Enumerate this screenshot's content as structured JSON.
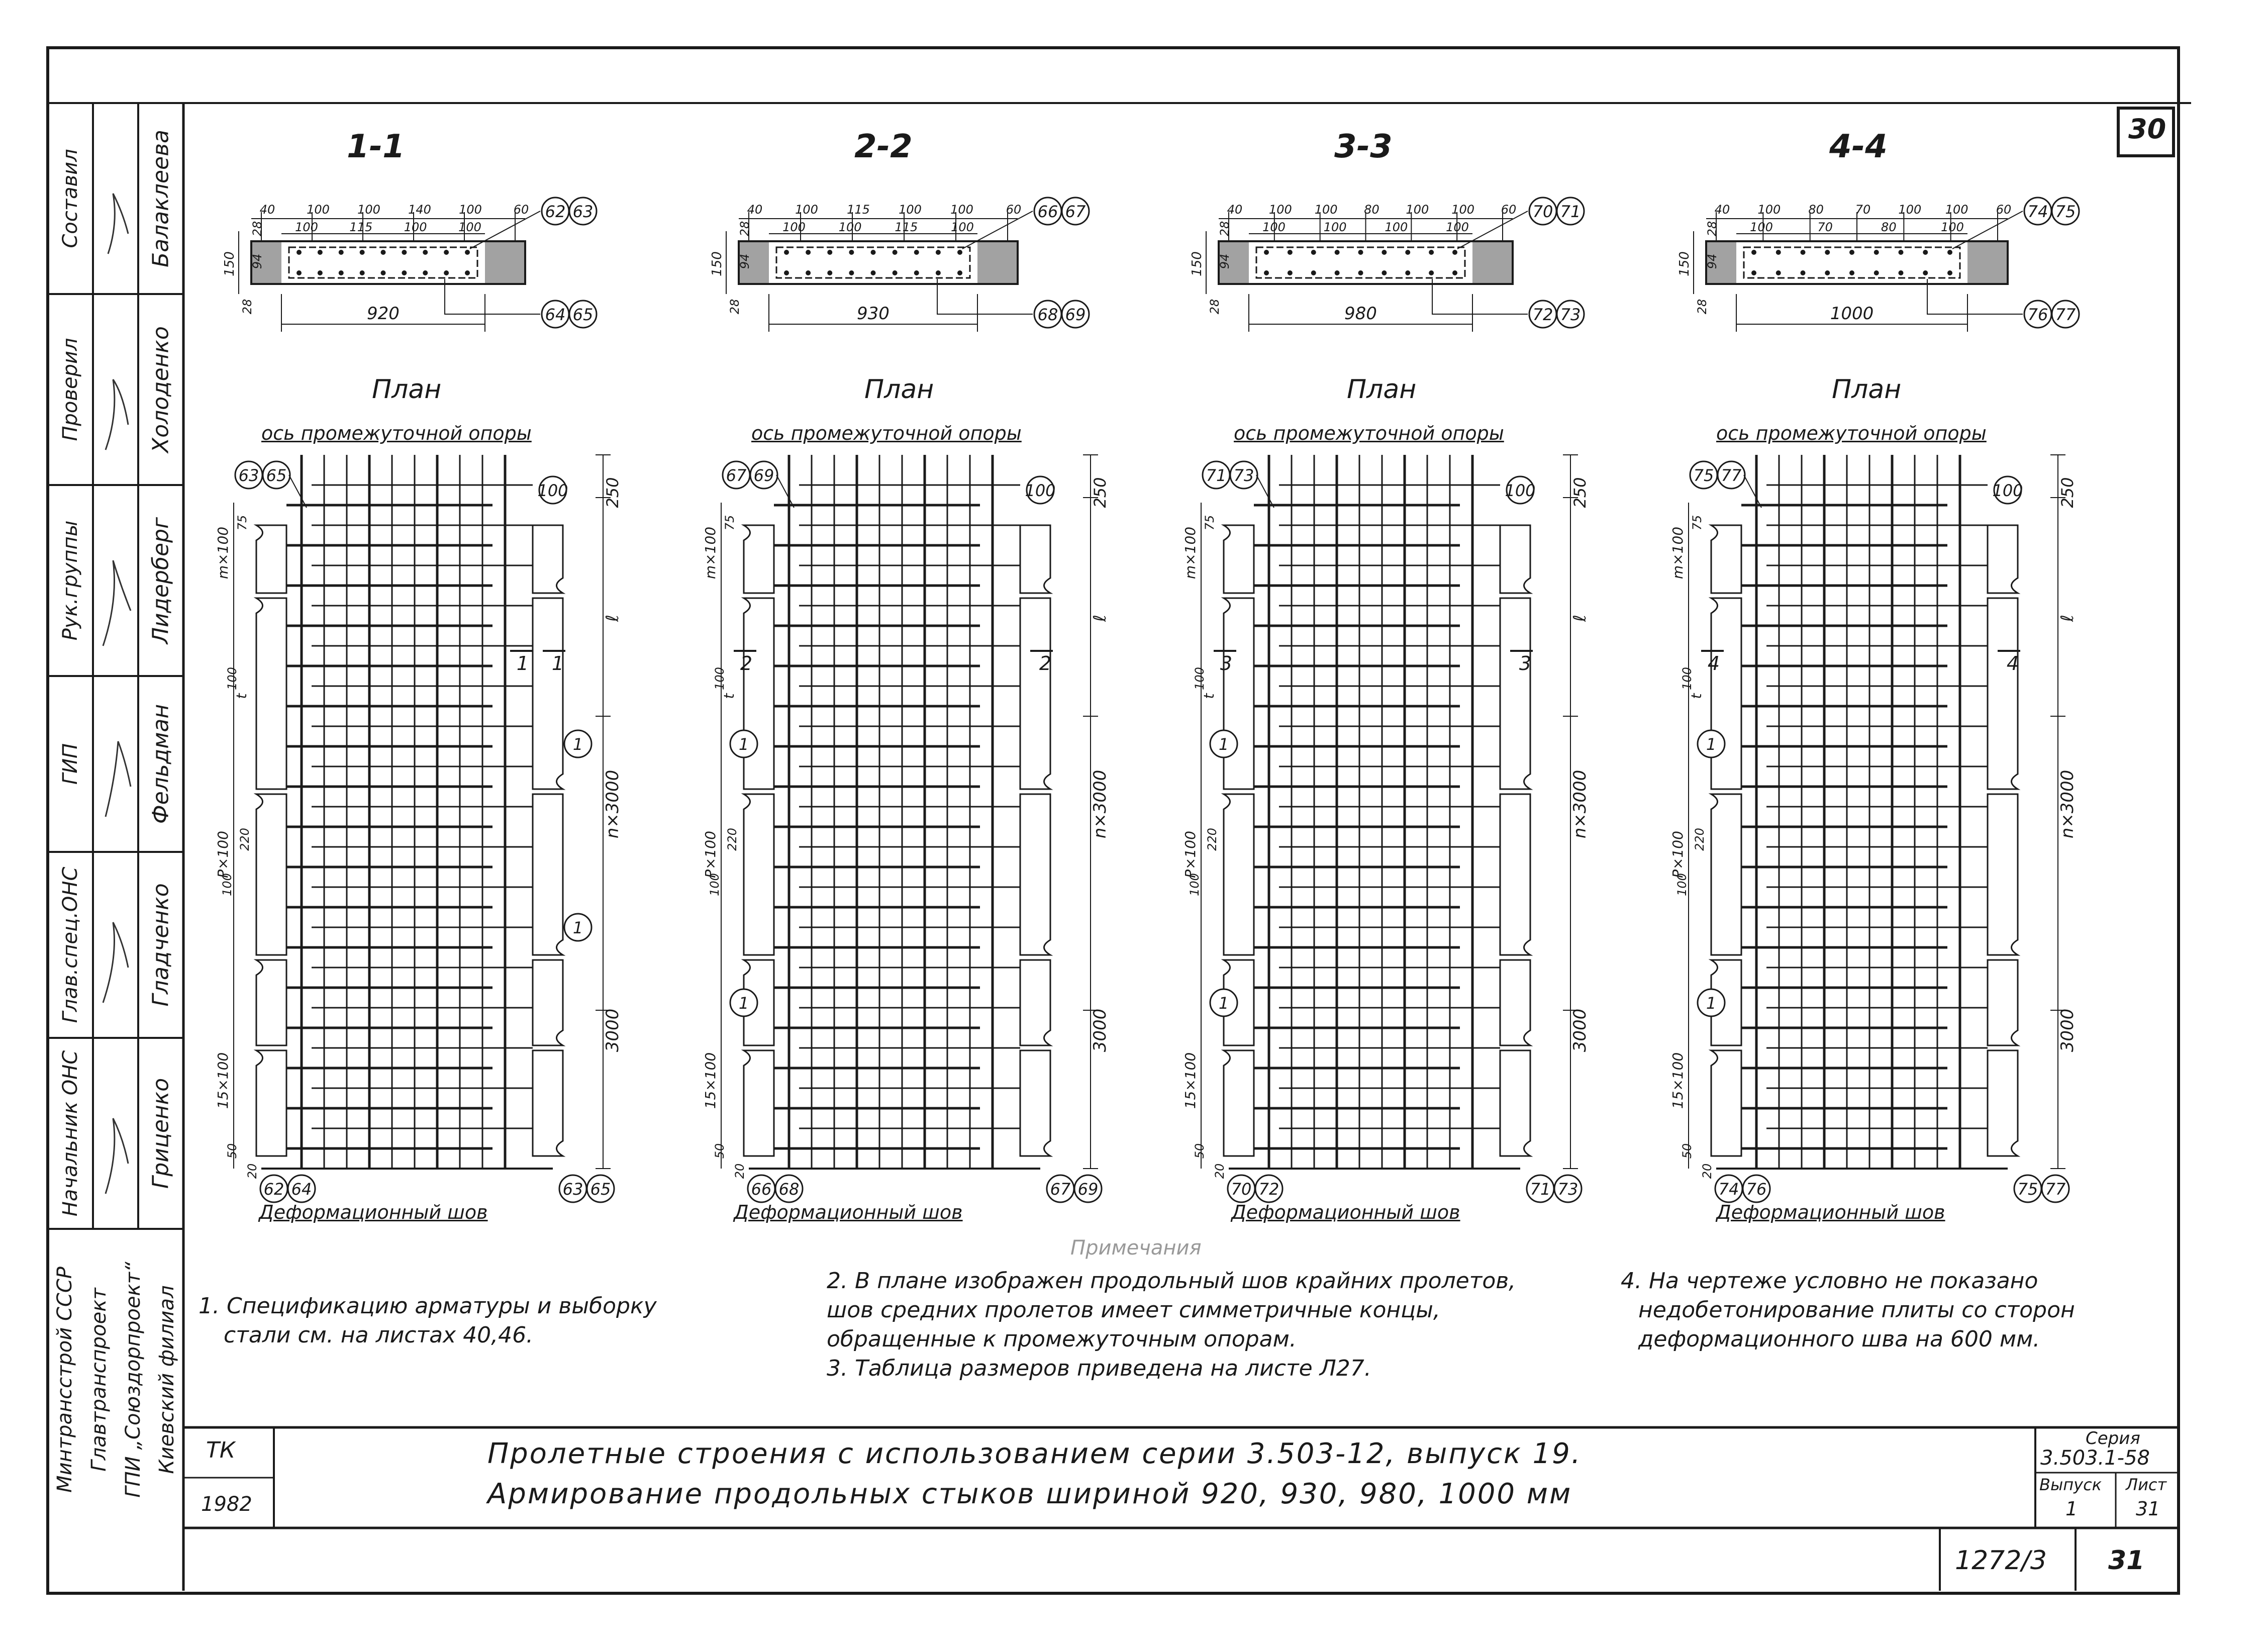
{
  "sheet_number": "30",
  "sections": [
    {
      "title": "1-1",
      "width": "920",
      "dims": [
        "40",
        "100",
        "100",
        "140",
        "100",
        "60"
      ],
      "inner": [
        "100",
        "115",
        "100",
        "100"
      ],
      "markers_top": [
        "62",
        "63"
      ],
      "markers_bottom": [
        "64",
        "65"
      ]
    },
    {
      "title": "2-2",
      "width": "930",
      "dims": [
        "40",
        "100",
        "115",
        "100",
        "100",
        "60"
      ],
      "inner": [
        "100",
        "100",
        "115",
        "100"
      ],
      "markers_top": [
        "66",
        "67"
      ],
      "markers_bottom": [
        "68",
        "69"
      ]
    },
    {
      "title": "3-3",
      "width": "980",
      "dims": [
        "40",
        "100",
        "100",
        "80",
        "100",
        "100",
        "60"
      ],
      "inner": [
        "100",
        "100",
        "100",
        "100"
      ],
      "markers_top": [
        "70",
        "71"
      ],
      "markers_bottom": [
        "72",
        "73"
      ]
    },
    {
      "title": "4-4",
      "width": "1000",
      "dims": [
        "40",
        "100",
        "80",
        "70",
        "100",
        "100",
        "60"
      ],
      "inner": [
        "100",
        "70",
        "80",
        "100"
      ],
      "markers_top": [
        "74",
        "75"
      ],
      "markers_bottom": [
        "76",
        "77"
      ]
    }
  ],
  "section_heights": {
    "h1": "150",
    "h2": "94",
    "h3": "28",
    "h4": "28"
  },
  "plans": [
    {
      "title": "План",
      "axis_label": "ось промежуточной опоры",
      "bottom_label": "Деформационный шов",
      "cut": "1",
      "pos_top": [
        "63",
        "65"
      ],
      "pos_bot_left": [
        "62",
        "64"
      ],
      "pos_bot_right": [
        "63",
        "65"
      ]
    },
    {
      "title": "План",
      "axis_label": "ось промежуточной опоры",
      "bottom_label": "Деформационный шов",
      "cut": "2",
      "pos_top": [
        "67",
        "69"
      ],
      "pos_bot_left": [
        "66",
        "68"
      ],
      "pos_bot_right": [
        "67",
        "69"
      ]
    },
    {
      "title": "План",
      "axis_label": "ось промежуточной опоры",
      "bottom_label": "Деформационный шов",
      "cut": "3",
      "pos_top": [
        "71",
        "73"
      ],
      "pos_bot_left": [
        "70",
        "72"
      ],
      "pos_bot_right": [
        "71",
        "73"
      ]
    },
    {
      "title": "План",
      "axis_label": "ось промежуточной опоры",
      "bottom_label": "Деформационный шов",
      "cut": "4",
      "pos_top": [
        "75",
        "77"
      ],
      "pos_bot_left": [
        "74",
        "76"
      ],
      "pos_bot_right": [
        "75",
        "77"
      ]
    }
  ],
  "plan_dims": {
    "right": [
      "250",
      "ℓ",
      "n×3000",
      "3000"
    ],
    "left": [
      "m×100",
      "75",
      "t",
      "100",
      "P×100",
      "100",
      "220",
      "15×100",
      "50",
      "20"
    ],
    "pos_100": "100",
    "pos_1": "1"
  },
  "stamp": [
    {
      "role": "Составил",
      "name": "Балаклеева"
    },
    {
      "role": "Проверил",
      "name": "Холоденко"
    },
    {
      "role": "Рук.группы",
      "name": "Лидерберг"
    },
    {
      "role": "ГИП",
      "name": "Фельдман"
    },
    {
      "role": "Глав.спец.ОНС",
      "name": "Гладченко"
    },
    {
      "role": "Начальник ОНС",
      "name": "Гриценко"
    }
  ],
  "org": [
    "Минтрансстрой СССР",
    "Главтранспроект",
    "ГПИ „Союздорпроект“",
    "Киевский филиал"
  ],
  "notes_heading": "Примечания",
  "notes": [
    [
      "1. Спецификацию арматуры и выборку",
      "стали см. на листах 40,46."
    ],
    [
      "2. В плане изображен продольный шов крайних пролетов,",
      "шов средних пролетов имеет симметричные концы,",
      "обращенные к промежуточным опорам.",
      "3. Таблица размеров приведена на листе Л27."
    ],
    [
      "4. На чертеже условно не показано",
      "недобетонирование плиты со сторон",
      "деформационного шва на 600 мм."
    ]
  ],
  "title_block": {
    "code": "ТК",
    "year": "1982",
    "line1": "Пролетные строения с использованием серии 3.503-12, выпуск 19.",
    "line2": "Армирование продольных стыков шириной 920, 930, 980, 1000 мм",
    "series_label": "Серия",
    "series": "3.503.1-58",
    "issue_label": "Выпуск",
    "issue": "1",
    "sheet_label": "Лист",
    "sheet": "31"
  },
  "footer": {
    "archive": "1272/3",
    "page": "31"
  }
}
